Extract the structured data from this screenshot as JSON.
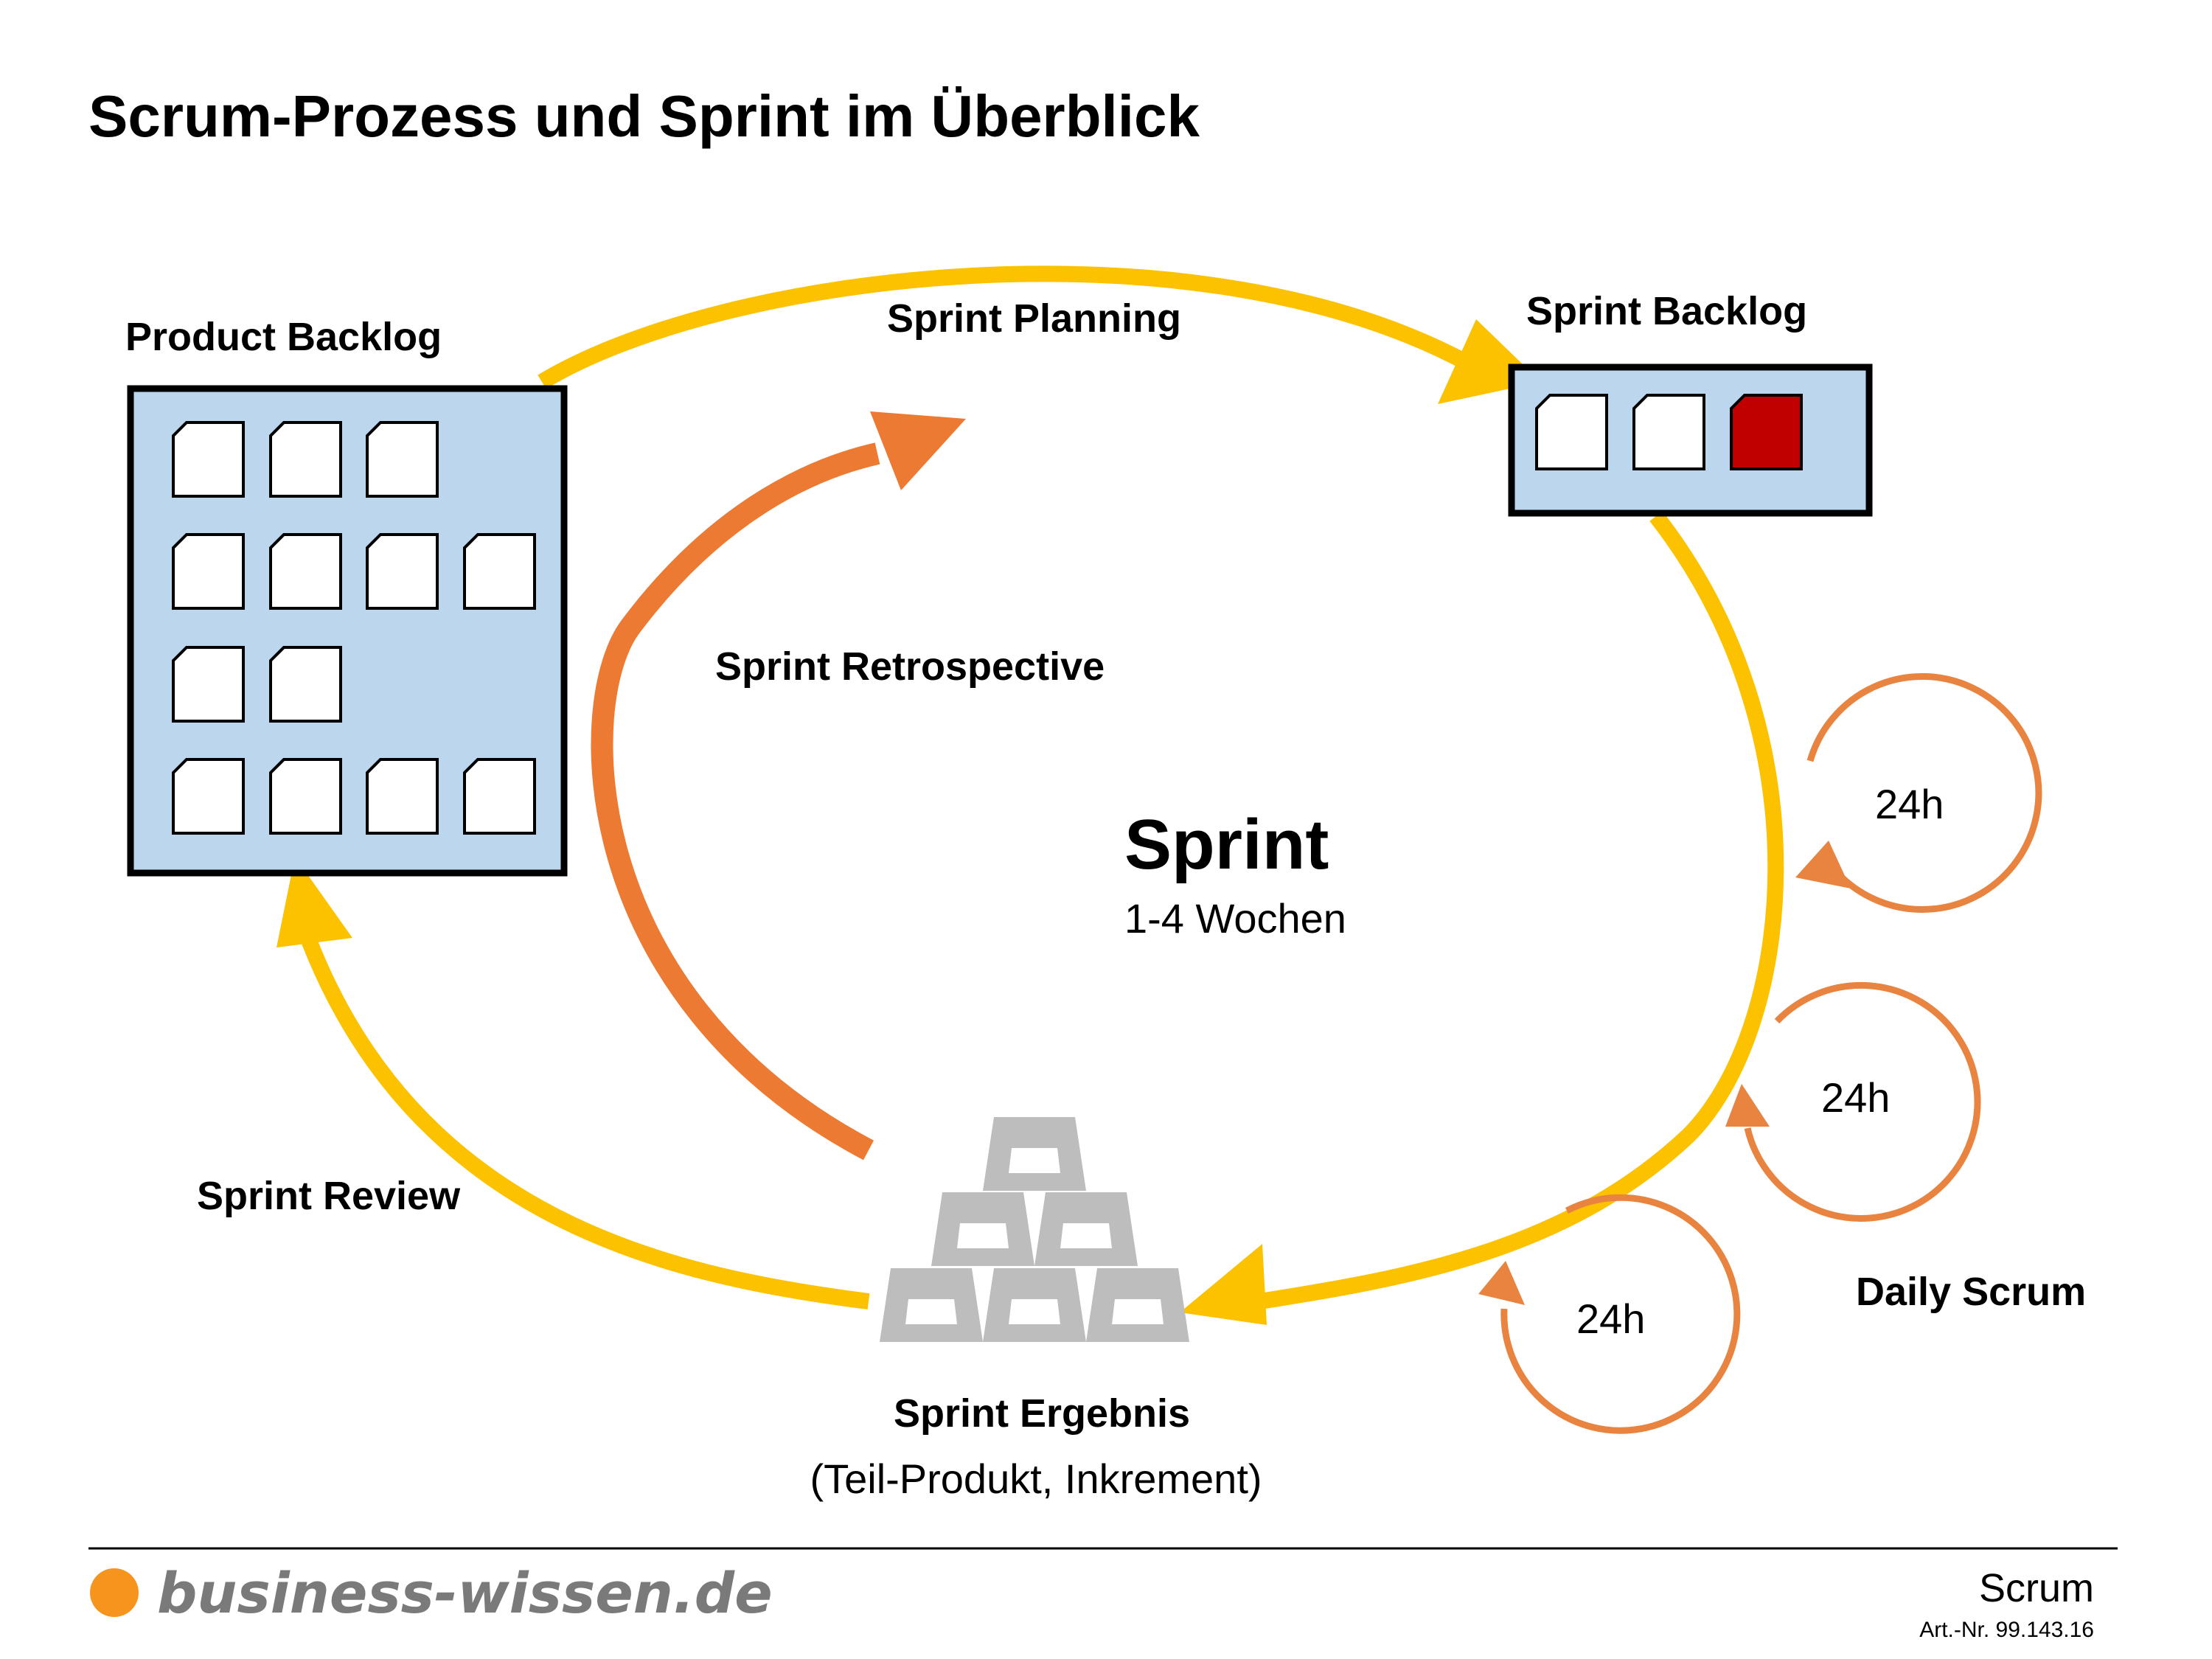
{
  "title": "Scrum-Prozess und Sprint im Überblick",
  "product_backlog": {
    "label": "Product Backlog"
  },
  "sprint_backlog": {
    "label": "Sprint Backlog"
  },
  "sprint_planning": {
    "label": "Sprint Planning"
  },
  "sprint_retrospective": {
    "label": "Sprint Retrospective"
  },
  "sprint_review": {
    "label": "Sprint Review"
  },
  "sprint": {
    "label": "Sprint",
    "duration": "1-4 Wochen"
  },
  "sprint_result": {
    "label": "Sprint Ergebnis",
    "sublabel": "(Teil-Produkt, Inkrement)"
  },
  "daily_scrum": {
    "label": "Daily Scrum",
    "cycles": [
      "24h",
      "24h",
      "24h"
    ]
  },
  "footer": {
    "logo_text": "business-wissen.de",
    "topic": "Scrum",
    "article_number": "Art.-Nr. 99.143.16"
  },
  "colors": {
    "main_cycle": "#fcc200",
    "retro_cycle": "#ec7a33",
    "daily_cycle": "#e98340",
    "backlog_fill": "#bcd6ee",
    "selected_item": "#c00000",
    "increment": "#bdbdbd",
    "logo_dot": "#f7941d",
    "logo_text": "#7a7a7a"
  }
}
